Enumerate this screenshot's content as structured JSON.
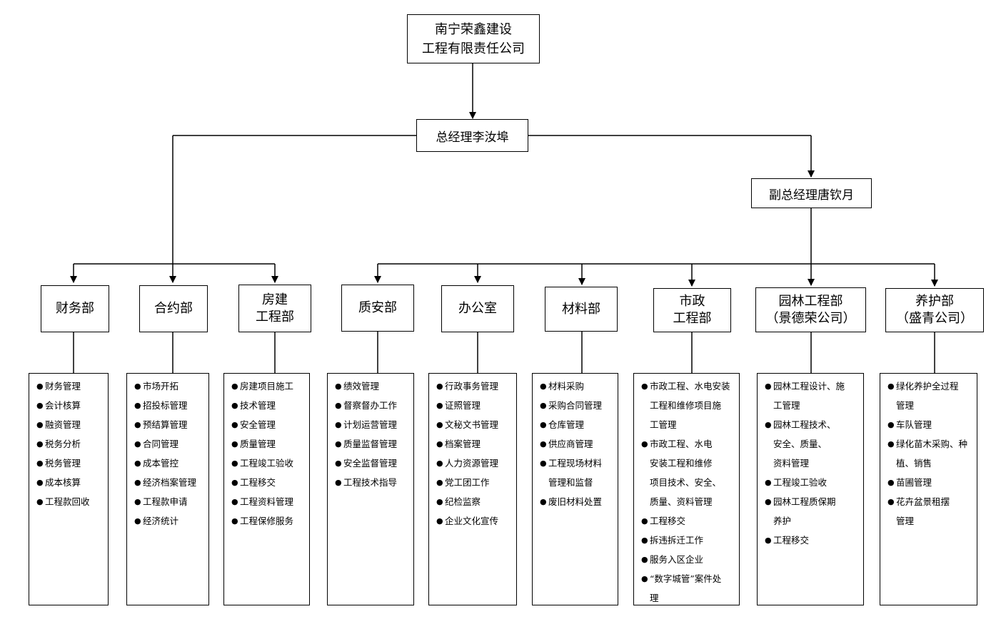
{
  "company": {
    "name": "南宁荣鑫建设\n工程有限责任公司"
  },
  "general_manager": {
    "label": "总经理李汝埠"
  },
  "deputy_manager": {
    "label": "副总经理唐钦月"
  },
  "departments": [
    {
      "id": "finance",
      "name": "财务部",
      "duties": [
        "财务管理",
        "会计核算",
        "融资管理",
        "税务分析",
        "税务管理",
        "成本核算",
        "工程款回收"
      ]
    },
    {
      "id": "contract",
      "name": "合约部",
      "duties": [
        "市场开拓",
        "招投标管理",
        "预结算管理",
        "合同管理",
        "成本管控",
        "经济档案管理",
        "工程款申请",
        "经济统计"
      ]
    },
    {
      "id": "building",
      "name": "房建\n工程部",
      "duties": [
        "房建项目施工",
        "技术管理",
        "安全管理",
        "质量管理",
        "工程竣工验收",
        "工程移交",
        "工程资料管理",
        "工程保修服务"
      ]
    },
    {
      "id": "safety",
      "name": "质安部",
      "duties": [
        "绩效管理",
        "督察督办工作",
        "计划运营管理",
        "质量监督管理",
        "安全监督管理",
        "工程技术指导"
      ]
    },
    {
      "id": "office",
      "name": "办公室",
      "duties": [
        "行政事务管理",
        "证照管理",
        "文秘文书管理",
        "档案管理",
        "人力资源管理",
        "党工团工作",
        "纪检监察",
        "企业文化宣传"
      ]
    },
    {
      "id": "materials",
      "name": "材料部",
      "duties": [
        "材料采购",
        "采购合同管理",
        "仓库管理",
        "供应商管理",
        "工程现场材料\n管理和监督",
        "废旧材料处置"
      ]
    },
    {
      "id": "municipal",
      "name": "市政\n工程部",
      "duties": [
        "市政工程、水电安装\n工程和维修项目施\n工管理",
        "市政工程、水电\n安装工程和维修\n项目技术、安全、\n质量、资料管理",
        "工程移交",
        "拆违拆迁工作",
        "服务入区企业",
        "“数字城管”案件处\n理"
      ]
    },
    {
      "id": "landscape",
      "name": "园林工程部\n（景德荣公司）",
      "duties": [
        "园林工程设计、施\n工管理",
        "园林工程技术、\n安全、质量、\n资料管理",
        "工程竣工验收",
        "园林工程质保期\n养护",
        "工程移交"
      ]
    },
    {
      "id": "maintenance",
      "name": "养护部\n（盛青公司）",
      "duties": [
        "绿化养护全过程\n管理",
        "车队管理",
        "绿化苗木采购、种\n植、销售",
        "苗圃管理",
        "花卉盆景租摆\n管理"
      ]
    }
  ]
}
